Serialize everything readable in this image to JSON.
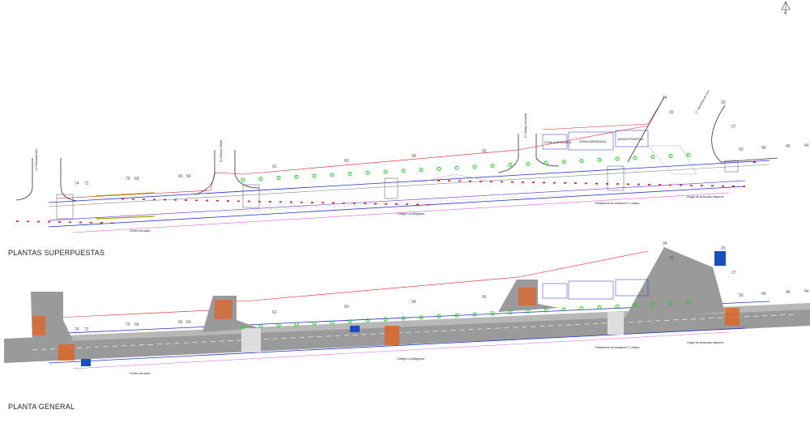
{
  "sheet": {
    "titles": {
      "top": "PLANTAS SUPERPUESTAS",
      "bottom": "PLANTA GENERAL"
    },
    "north_arrow": "N",
    "streets": [
      "C/. Pescaderuelo",
      "C/. Maestro Olave",
      "C/. Obispo Arrizabal",
      "C/. Agustinas de Acre"
    ],
    "landmarks": {
      "health_center": "Centro de salud",
      "school": "Colegio La Milagrosa",
      "residence": "Residencia de ancianos S. Lázaro",
      "elderly_home": "Hogar de personas mayores"
    },
    "green_zones": [
      "ZONA AJARDINADA",
      "ZONA AJARDINADA",
      "JARDIN PRIVATIVO"
    ],
    "stations": [
      "74",
      "72",
      "70",
      "68",
      "66",
      "64",
      "62",
      "60",
      "58",
      "56",
      "50",
      "48",
      "46",
      "44",
      "34",
      "30",
      "27",
      "25"
    ],
    "colors": {
      "road": "#9a9a9a",
      "curb_blue": "#2233cc",
      "limit_red": "#e02020",
      "tree_green": "#22cc22",
      "crossing_orange": "#e06020",
      "sign_blue": "#1a4fc0",
      "pink_line": "#e060e0"
    }
  }
}
